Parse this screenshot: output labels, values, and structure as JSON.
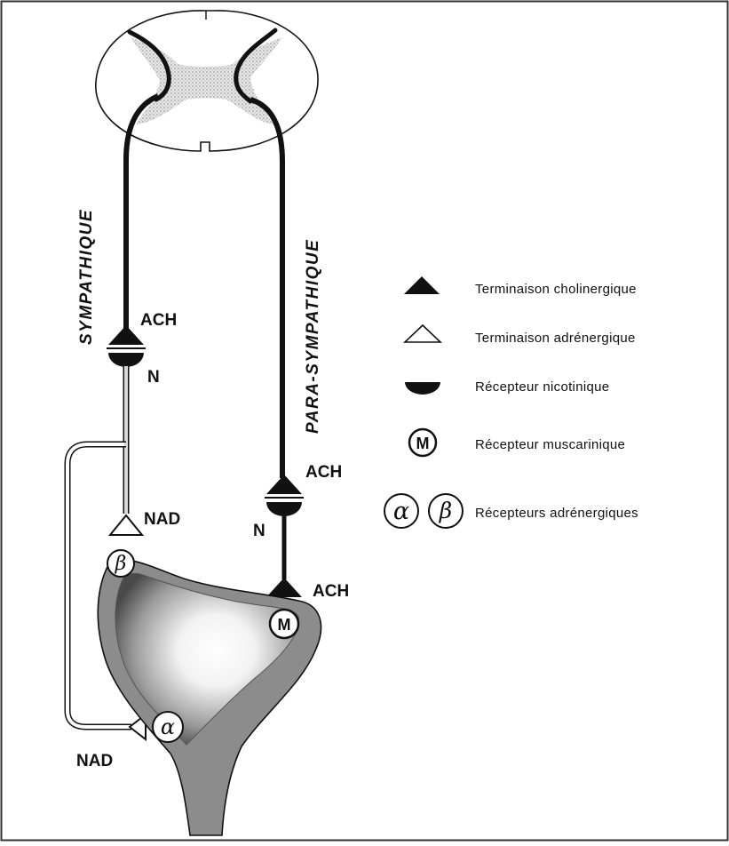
{
  "diagram": {
    "labels": {
      "sympathetic": "SYMPATHIQUE",
      "parasympathetic": "PARA-SYMPATHIQUE",
      "ach_symp": "ACH",
      "n_symp": "N",
      "nad_upper": "NAD",
      "ach_para_ganglion": "ACH",
      "n_para": "N",
      "ach_para_terminal": "ACH",
      "nad_lower": "NAD"
    },
    "symbols": {
      "beta": "β",
      "alpha": "α",
      "muscarinic": "M"
    }
  },
  "legend": {
    "items": [
      {
        "symbol": "filled-triangle-icon",
        "label": "Terminaison  cholinergique"
      },
      {
        "symbol": "open-triangle-icon",
        "label": "Terminaison  adrénergique"
      },
      {
        "symbol": "half-disc-icon",
        "label": "Récepteur nicotinique"
      },
      {
        "symbol": "circled-m-icon",
        "label": "Récepteur   muscarinique",
        "glyph": "M"
      },
      {
        "symbol": "alpha-beta-icon",
        "label": "Récepteurs adrénergiques",
        "glyph_alpha": "α",
        "glyph_beta": "β"
      }
    ]
  },
  "colors": {
    "ink": "#111111",
    "grey_matter": "#c9c9c9",
    "organ_wall": "#8a8a8a",
    "organ_inner": "#ffffff",
    "border": "#333333"
  }
}
